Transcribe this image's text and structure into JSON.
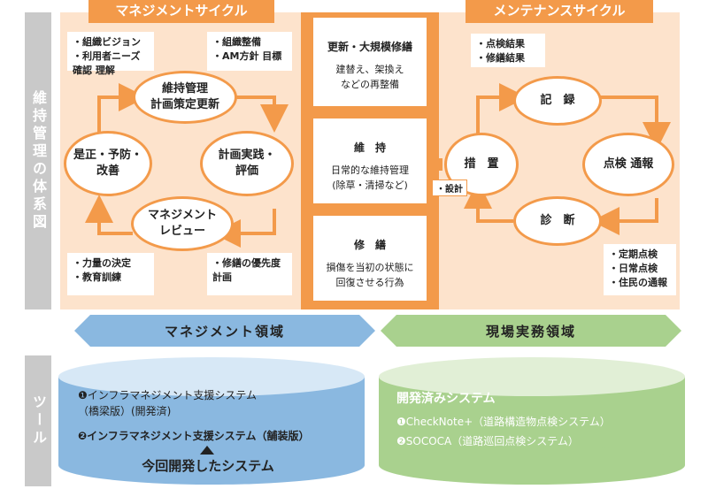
{
  "sidebar": {
    "top_label": "維持管理の体系図",
    "bottom_label": "ツール"
  },
  "management": {
    "header": "マネジメントサイクル",
    "notes": [
      "・組織ビジョン\n・利用者ニーズ確認 理解",
      "・組織整備\n・AM方針 目標",
      "・力量の決定\n・教育訓練",
      "・修繕の優先度\n 計画"
    ],
    "circles": {
      "plan": "維持管理\n計画策定更新",
      "correct": "是正・予防・\n改善",
      "practice": "計画実践・\n評価",
      "review": "マネジメント\nレビュー"
    }
  },
  "center": {
    "boxes": [
      {
        "title": "更新・大規模修繕",
        "body": "建替え、架換え\nなどの再整備"
      },
      {
        "title": "維　持",
        "body": "日常的な維持管理\n(除草・清掃など)"
      },
      {
        "title": "修　繕",
        "body": "損傷を当初の状態に\n回復させる行為"
      }
    ]
  },
  "maintenance": {
    "header": "メンテナンスサイクル",
    "notes": [
      "・点検結果\n・修繕結果",
      "・定期点検\n・日常点検\n・住民の通報"
    ],
    "circles": {
      "record": "記　録",
      "action": "措　置",
      "inspect": "点検 通報",
      "diagnose": "診　断"
    },
    "tag": "・設計"
  },
  "banners": {
    "left": "マネジメント領域",
    "right": "現場実務領域"
  },
  "tools": {
    "left": {
      "line1": "❶インフラマネジメント支援システム\n（橋梁版）(開発済)",
      "line2": "❷インフラマネジメント支援システム（舗装版）",
      "footer": "今回開発したシステム"
    },
    "right": {
      "title": "開発済みシステム",
      "line1": "❶CheckNote+（道路構造物点検システム）",
      "line2": "❷SOCOCA（道路巡回点検システム）"
    }
  },
  "colors": {
    "orange": "#f39a4a",
    "peach": "#fde3cc",
    "blue": "#8ab8e0",
    "green": "#a9d18e",
    "gray": "#c9c9c9"
  }
}
